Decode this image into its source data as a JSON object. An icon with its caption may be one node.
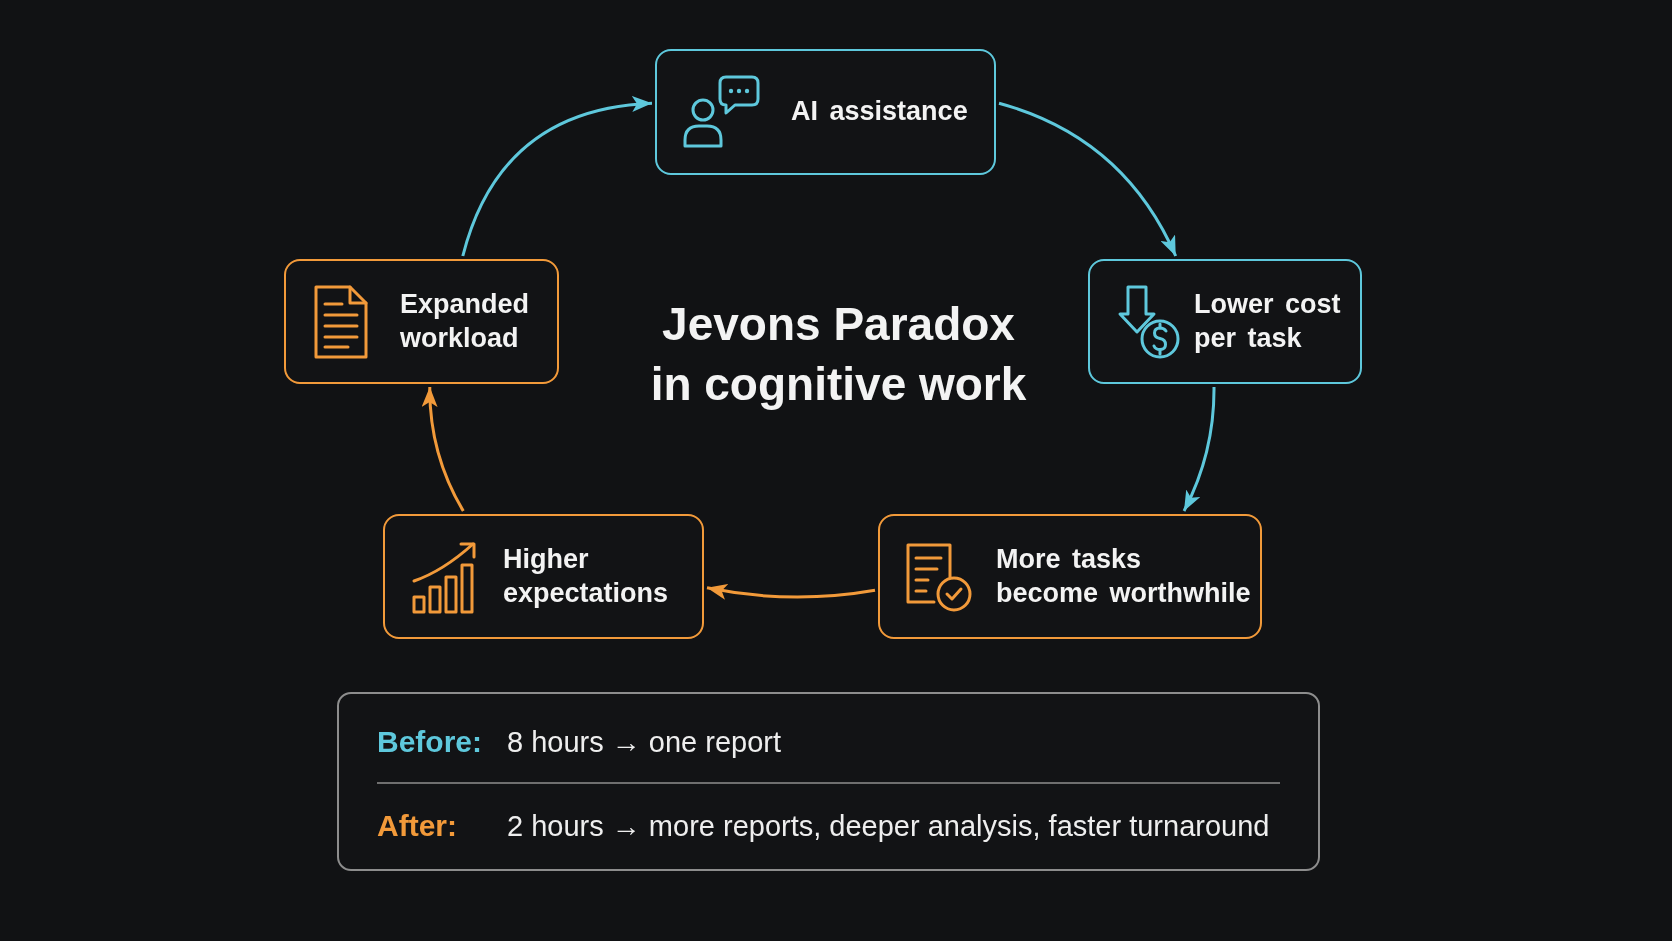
{
  "diagram": {
    "title": "Jevons Paradox in cognitive work",
    "nodes": [
      {
        "text": [
          "AI assistance"
        ]
      },
      {
        "text": [
          "Expanded workload"
        ]
      },
      {
        "text": [
          "Lower cost per task"
        ]
      },
      {
        "text": [
          "Higher expectations"
        ]
      },
      {
        "text": [
          "More tasks become worthwhile"
        ]
      },
      {
        "text": [
          "Before:",
          "8 hours → one report",
          "After:",
          "2 hours → more reports, deeper analysis, faster turnaround"
        ]
      }
    ],
    "edges": [
      {
        "from": 0,
        "to": 2,
        "arrow": "to"
      },
      {
        "from": 2,
        "to": 4,
        "arrow": "to"
      },
      {
        "from": 4,
        "to": 3,
        "arrow": "to",
        "color": "#f29a3a"
      },
      {
        "from": 3,
        "to": 1,
        "arrow": "to",
        "color": "#f29a3a"
      },
      {
        "from": 1,
        "to": 0,
        "arrow": "to"
      }
    ]
  }
}
